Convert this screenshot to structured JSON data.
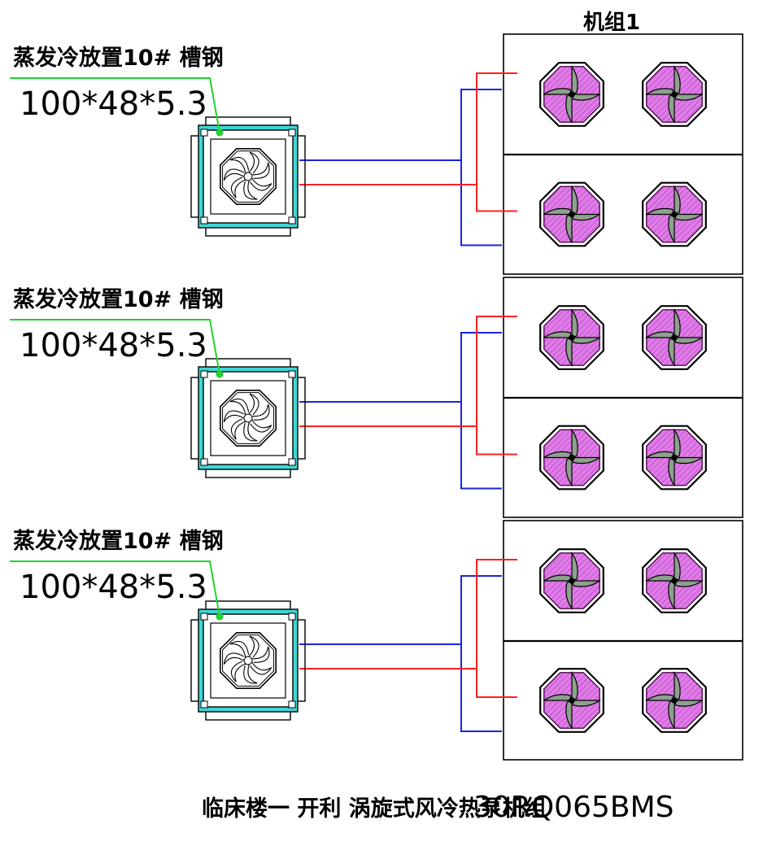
{
  "unit_title": "机组1",
  "evaporators": [
    {
      "label": "蒸发冷放置10# 槽钢",
      "dimension": "100*48*5.3"
    },
    {
      "label": "蒸发冷放置10# 槽钢",
      "dimension": "100*48*5.3"
    },
    {
      "label": "蒸发冷放置10# 槽钢",
      "dimension": "100*48*5.3"
    }
  ],
  "caption": {
    "chinese": "临床楼一 开利  涡旋式风冷热泵机组",
    "model": "30RQ065BMS"
  },
  "colors": {
    "supply_pipe": "#ff2020",
    "return_pipe": "#1a24e0",
    "leader_line": "#22d22e",
    "evaporator_frame": "#3fd6d6",
    "fan_fill": "#e07ce8",
    "fan_blade": "#8ea08e"
  },
  "icons": [
    "evaporator-fan-icon",
    "condenser-fan-icon"
  ]
}
